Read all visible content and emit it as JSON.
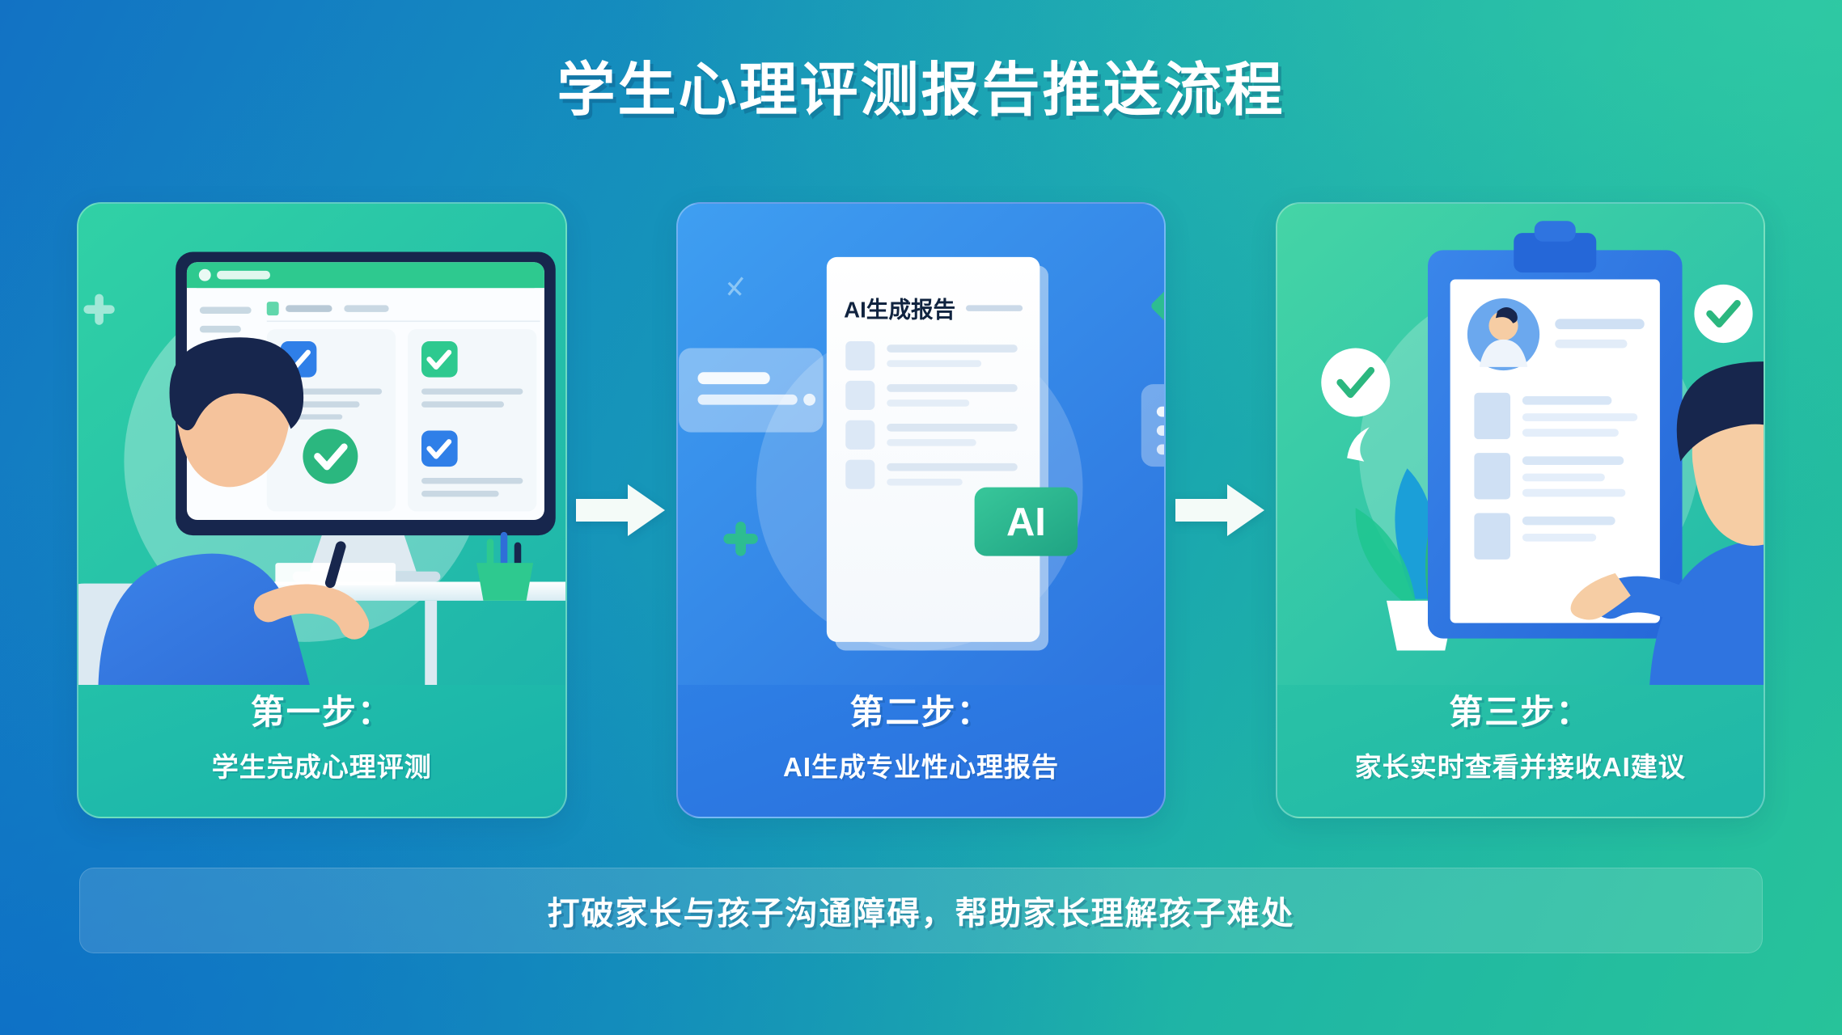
{
  "page": {
    "title": "学生心理评测报告推送流程",
    "background_start": "#1272c4",
    "background_end": "#27c39a"
  },
  "steps": [
    {
      "step_label": "第一步：",
      "description": "学生完成心理评测",
      "card_color": "#28c7a8",
      "illustration": "student-taking-assessment-on-computer",
      "screen": {
        "header_text": "",
        "checkbox_colors": [
          "#2f7fe8",
          "#2ec98f",
          "#2ec98f",
          "#2f7fe8"
        ]
      }
    },
    {
      "step_label": "第二步：",
      "description": "AI生成专业性心理报告",
      "card_color": "#2f86e8",
      "illustration": "ai-generated-report-document",
      "document": {
        "doc_title": "AI生成报告",
        "badge_label": "AI",
        "badge_color": "#2eb88c"
      }
    },
    {
      "step_label": "第三步：",
      "description": "家长实时查看并接收AI建议",
      "card_color": "#2ec6a5",
      "illustration": "parent-reviewing-report-clipboard"
    }
  ],
  "arrows": {
    "glyph": "arrow-right",
    "color": "#f4fbf8",
    "count": 2
  },
  "banner": {
    "text": "打破家长与孩子沟通障碍，帮助家长理解孩子难处"
  }
}
